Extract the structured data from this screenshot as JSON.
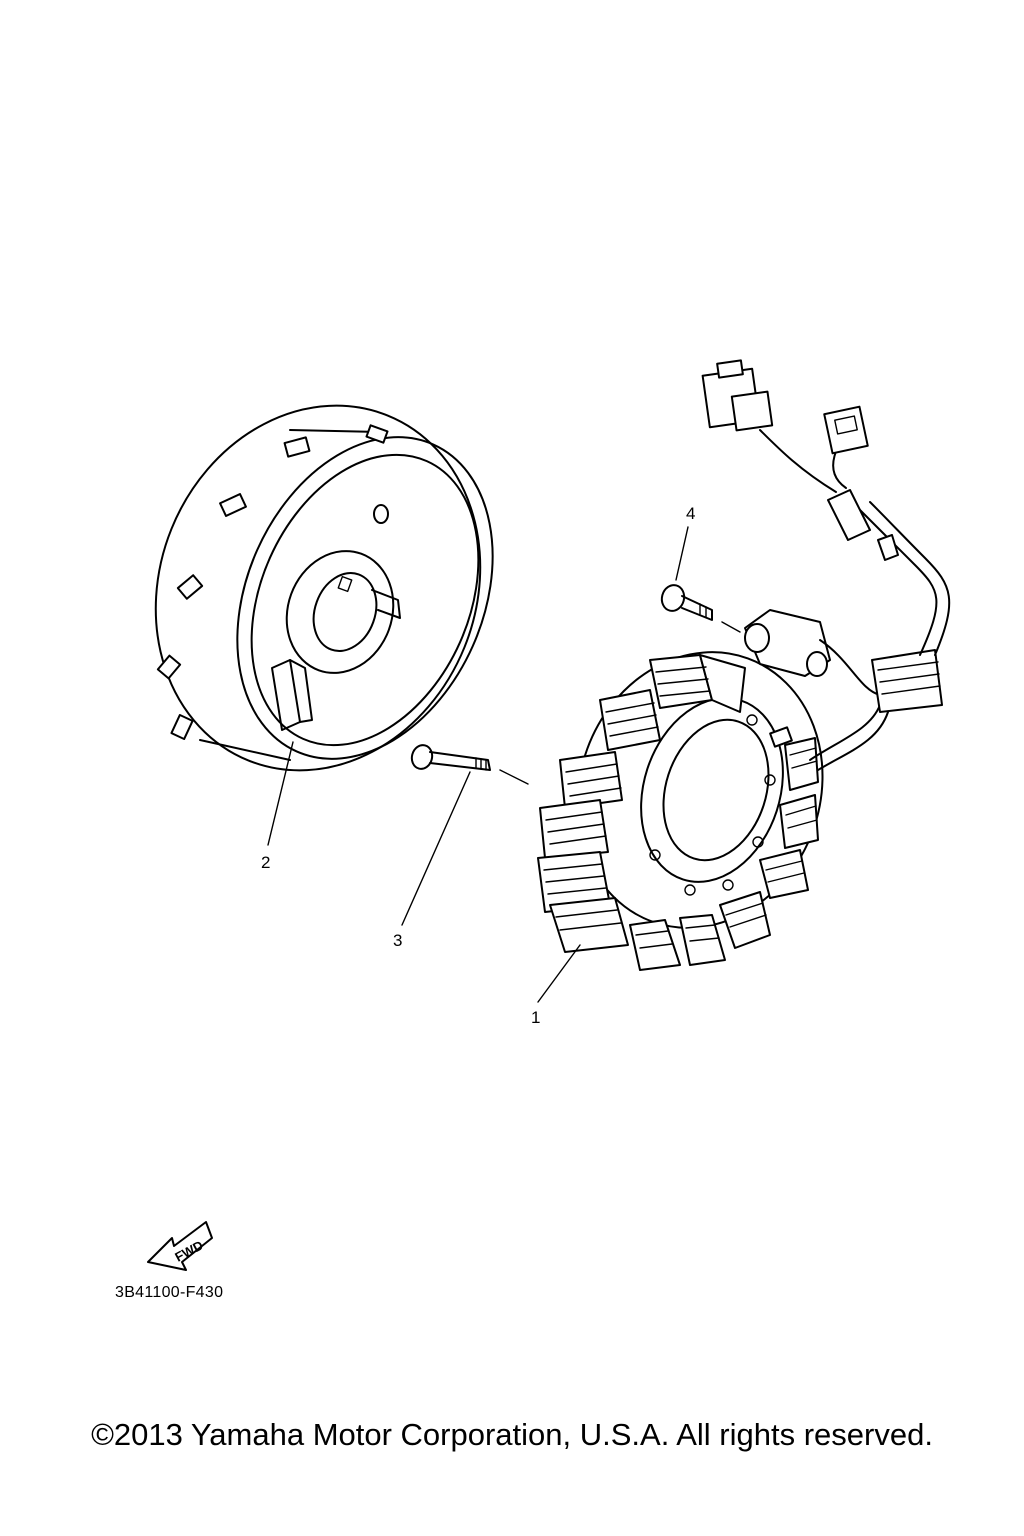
{
  "diagram": {
    "callouts": [
      {
        "number": "1",
        "part": "stator-assembly"
      },
      {
        "number": "2",
        "part": "rotor-flywheel"
      },
      {
        "number": "3",
        "part": "stator-bolt"
      },
      {
        "number": "4",
        "part": "pickup-coil-bolt"
      }
    ],
    "fwd_marker": "FWD",
    "part_code": "3B41100-F430"
  },
  "footer": {
    "copyright": "©2013 Yamaha Motor Corporation, U.S.A. All rights reserved."
  }
}
